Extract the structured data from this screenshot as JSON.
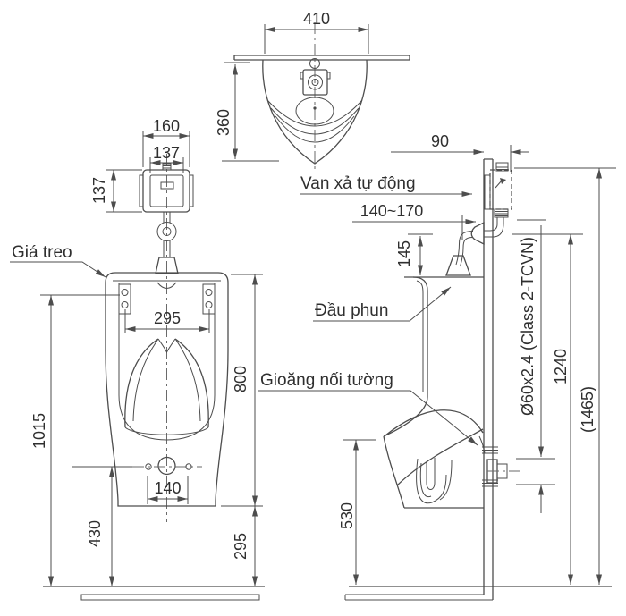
{
  "drawing": {
    "labels": {
      "hanger": "Giá treo",
      "flush_valve": "Van xả tự động",
      "spray_head": "Đầu phun",
      "wall_gasket": "Gioăng nối tường"
    },
    "dims": {
      "top_width": "410",
      "top_depth": "360",
      "valve_width": "160",
      "valve_face_width": "137",
      "valve_height": "137",
      "hanger_span": "295",
      "body_height": "800",
      "mount_height": "1015",
      "drain_height": "430",
      "bolt_span": "140",
      "bottom_gap": "295",
      "valve_recess": "90",
      "spout_offset": "140~170",
      "spout_drop": "145",
      "outlet_spec": "Ø60x2.4 (Class 2-TCVN)",
      "inlet_height": "1240",
      "overall_height": "(1465)",
      "front_lip_height": "530"
    },
    "colors": {
      "line": "#4d4d4d",
      "text": "#2f2f2f",
      "background": "#ffffff"
    }
  }
}
